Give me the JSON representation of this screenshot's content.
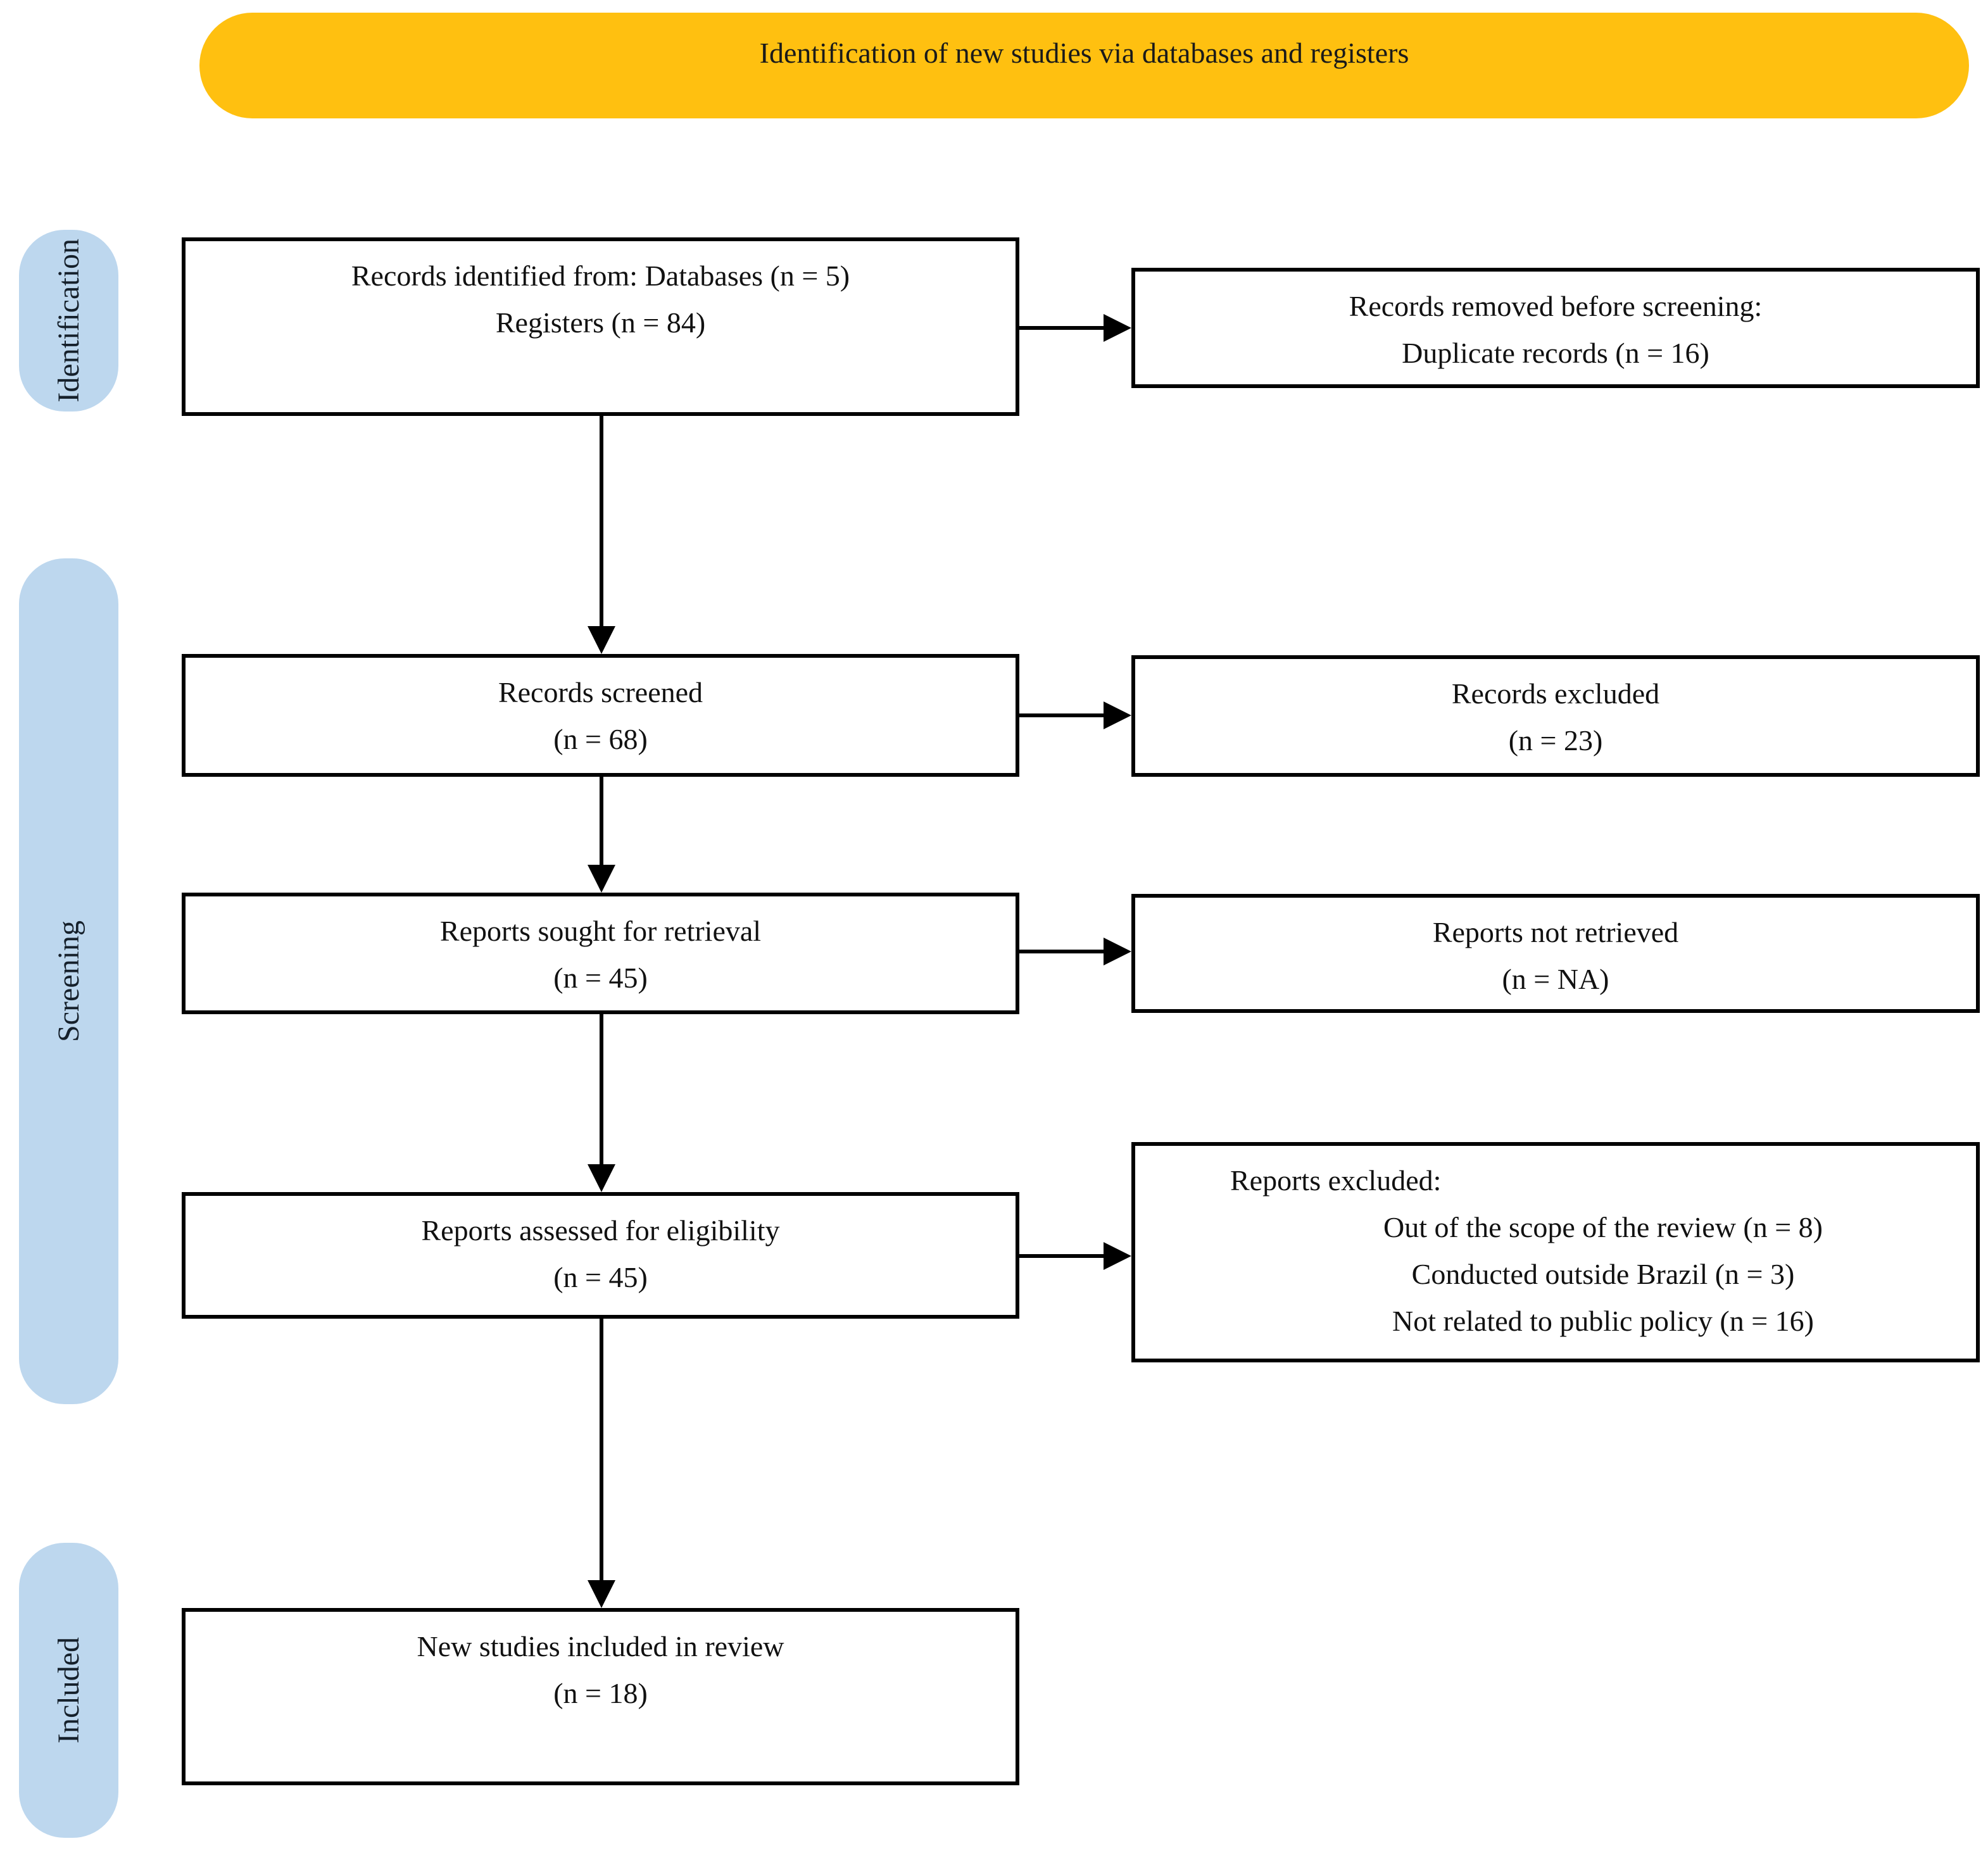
{
  "banner": {
    "label": "Identification of new studies via databases and registers"
  },
  "colors": {
    "banner_bg": "#FFC010",
    "stage_bg": "#BDD7EE",
    "box_border": "#000000"
  },
  "stages": [
    {
      "label": "Identification"
    },
    {
      "label": "Screening"
    },
    {
      "label": "Included"
    }
  ],
  "boxes": {
    "records_identified": {
      "lines": [
        "Records identified from: Databases (n = 5)",
        "Registers (n = 84)"
      ]
    },
    "records_removed": {
      "lines": [
        "Records removed before screening:",
        "Duplicate records (n = 16)"
      ]
    },
    "records_screened": {
      "lines": [
        "Records screened",
        "(n = 68)"
      ]
    },
    "records_excluded": {
      "lines": [
        "Records excluded",
        "(n = 23)"
      ]
    },
    "reports_sought": {
      "lines": [
        "Reports sought for retrieval",
        "(n = 45)"
      ]
    },
    "reports_not_retrieved": {
      "lines": [
        "Reports not retrieved",
        "(n = NA)"
      ]
    },
    "reports_assessed": {
      "lines": [
        "Reports assessed for eligibility",
        "(n = 45)"
      ]
    },
    "reports_excluded": {
      "title": "Reports excluded:",
      "reasons": [
        "Out of the scope of the review (n = 8)",
        "Conducted outside Brazil (n = 3)",
        "Not related to public policy (n = 16)"
      ]
    },
    "new_studies": {
      "lines": [
        "New studies included in review",
        "(n = 18)"
      ]
    }
  }
}
